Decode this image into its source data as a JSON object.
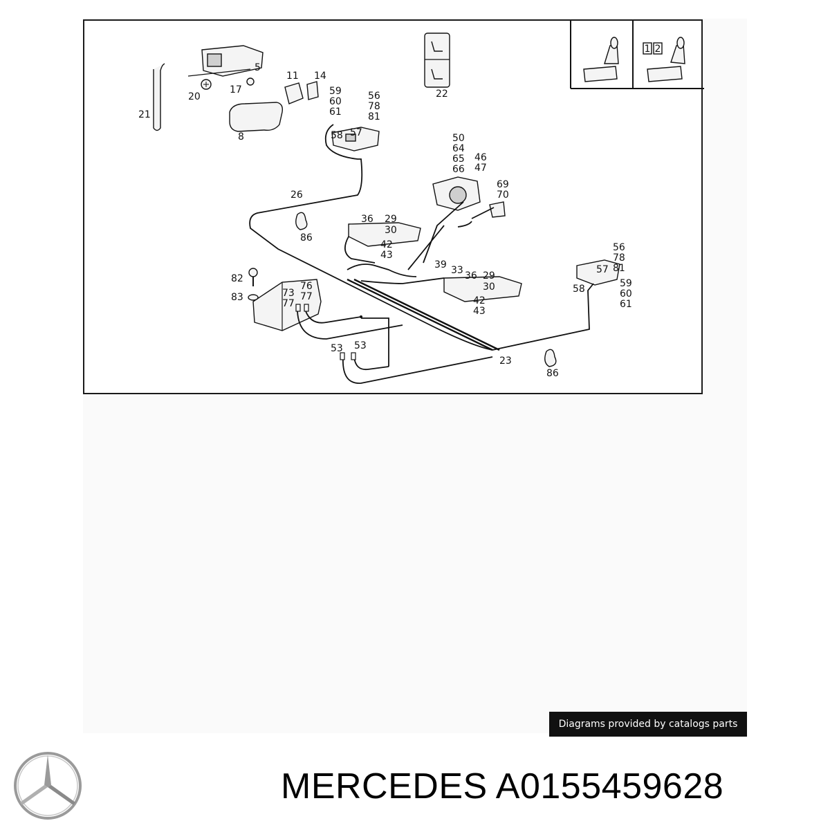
{
  "diagram": {
    "callouts": [
      {
        "id": "c-5",
        "text": "5"
      },
      {
        "id": "c-17",
        "text": "17"
      },
      {
        "id": "c-20",
        "text": "20"
      },
      {
        "id": "c-21",
        "text": "21"
      },
      {
        "id": "c-8",
        "text": "8"
      },
      {
        "id": "c-11",
        "text": "11"
      },
      {
        "id": "c-14",
        "text": "14"
      },
      {
        "id": "c-59a",
        "text": "59"
      },
      {
        "id": "c-60a",
        "text": "60"
      },
      {
        "id": "c-61a",
        "text": "61"
      },
      {
        "id": "c-56a",
        "text": "56"
      },
      {
        "id": "c-78a",
        "text": "78"
      },
      {
        "id": "c-81a",
        "text": "81"
      },
      {
        "id": "c-58a",
        "text": "58"
      },
      {
        "id": "c-57a",
        "text": "57"
      },
      {
        "id": "c-22",
        "text": "22"
      },
      {
        "id": "c-26",
        "text": "26"
      },
      {
        "id": "c-50",
        "text": "50"
      },
      {
        "id": "c-64",
        "text": "64"
      },
      {
        "id": "c-65",
        "text": "65"
      },
      {
        "id": "c-66",
        "text": "66"
      },
      {
        "id": "c-46",
        "text": "46"
      },
      {
        "id": "c-47",
        "text": "47"
      },
      {
        "id": "c-69",
        "text": "69"
      },
      {
        "id": "c-70",
        "text": "70"
      },
      {
        "id": "c-86a",
        "text": "86"
      },
      {
        "id": "c-36a",
        "text": "36"
      },
      {
        "id": "c-29a",
        "text": "29"
      },
      {
        "id": "c-30a",
        "text": "30"
      },
      {
        "id": "c-42a",
        "text": "42"
      },
      {
        "id": "c-43a",
        "text": "43"
      },
      {
        "id": "c-82",
        "text": "82"
      },
      {
        "id": "c-83",
        "text": "83"
      },
      {
        "id": "c-73",
        "text": "73"
      },
      {
        "id": "c-76",
        "text": "76"
      },
      {
        "id": "c-77a",
        "text": "77"
      },
      {
        "id": "c-77b",
        "text": "77"
      },
      {
        "id": "c-39",
        "text": "39"
      },
      {
        "id": "c-33",
        "text": "33"
      },
      {
        "id": "c-36b",
        "text": "36"
      },
      {
        "id": "c-29b",
        "text": "29"
      },
      {
        "id": "c-30b",
        "text": "30"
      },
      {
        "id": "c-42b",
        "text": "42"
      },
      {
        "id": "c-43b",
        "text": "43"
      },
      {
        "id": "c-56b",
        "text": "56"
      },
      {
        "id": "c-78b",
        "text": "78"
      },
      {
        "id": "c-81b",
        "text": "81"
      },
      {
        "id": "c-57b",
        "text": "57"
      },
      {
        "id": "c-58b",
        "text": "58"
      },
      {
        "id": "c-59b",
        "text": "59"
      },
      {
        "id": "c-60b",
        "text": "60"
      },
      {
        "id": "c-61b",
        "text": "61"
      },
      {
        "id": "c-53a",
        "text": "53"
      },
      {
        "id": "c-53b",
        "text": "53"
      },
      {
        "id": "c-23",
        "text": "23"
      },
      {
        "id": "c-86b",
        "text": "86"
      }
    ],
    "inset_labels": [
      "1",
      "2"
    ]
  },
  "credit": "Diagrams provided by catalogs parts",
  "brand": {
    "title": "MERCEDES A0155459628",
    "logo_icon": "mercedes-star-icon",
    "logo_color": "#9a9a9a"
  }
}
